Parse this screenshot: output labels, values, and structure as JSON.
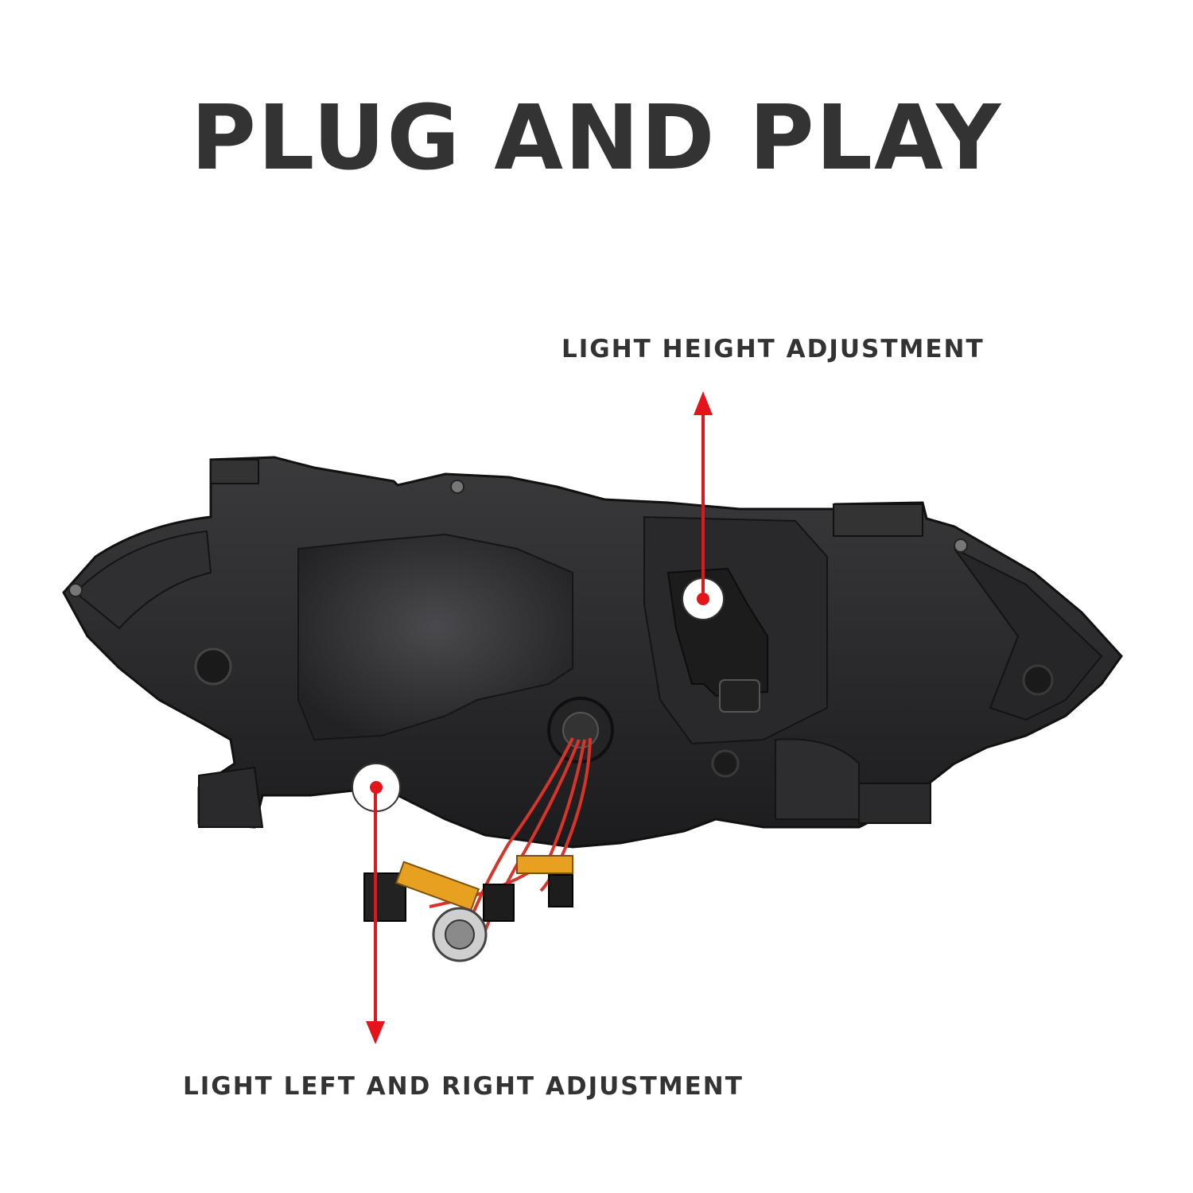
{
  "headline": "PLUG AND PLAY",
  "callouts": {
    "height": {
      "text": "LIGHT HEIGHT ADJUSTMENT"
    },
    "left_right": {
      "text": "LIGHT LEFT AND RIGHT ADJUSTMENT"
    }
  },
  "colors": {
    "text": "#333333",
    "arrow": "#e3151b",
    "housing": "#2b2b2d",
    "housing_dark": "#19191a",
    "wire_red": "#d8342a",
    "connector_orange": "#e8a020"
  },
  "icons": {
    "height_marker": "adjust-point-icon",
    "lr_marker": "adjust-point-icon"
  }
}
